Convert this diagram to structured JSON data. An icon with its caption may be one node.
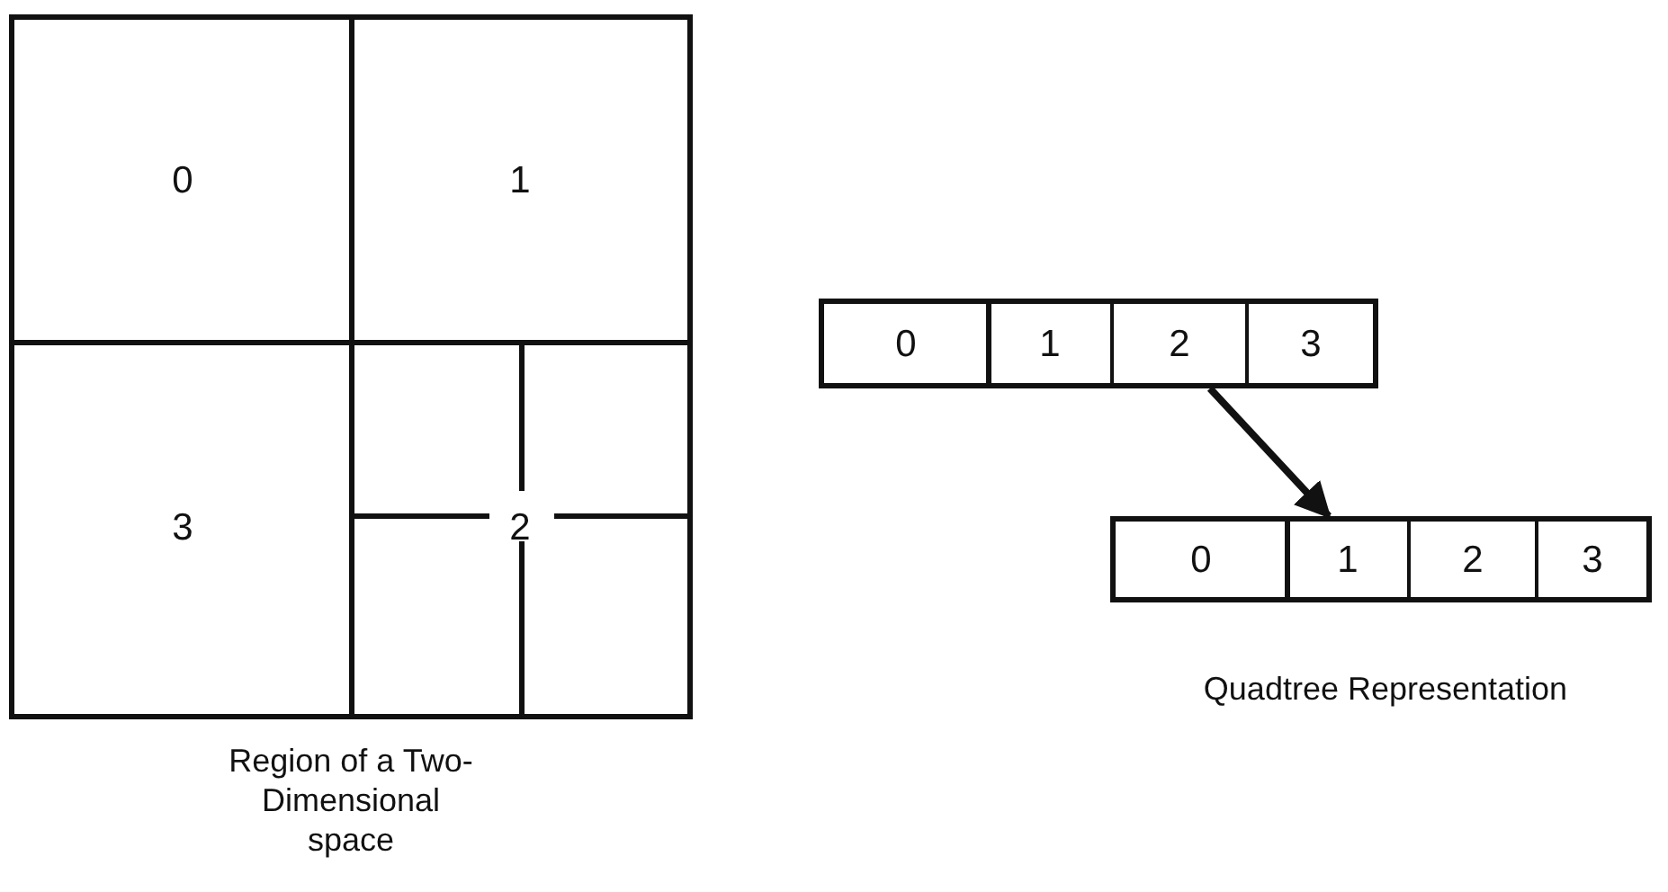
{
  "diagram": {
    "nodes": [
      {
        "text": [],
        "shape": "box"
      },
      {
        "text": [
          "0"
        ],
        "in": 0
      },
      {
        "text": [
          "1"
        ],
        "in": 0
      },
      {
        "text": [
          "3"
        ],
        "in": 0
      },
      {
        "text": [
          "2"
        ],
        "in": 0
      },
      {
        "text": [],
        "shape": "box"
      },
      {
        "text": [
          "0"
        ],
        "in": 5
      },
      {
        "text": [
          "1"
        ],
        "in": 5
      },
      {
        "text": [
          "2"
        ],
        "in": 5
      },
      {
        "text": [
          "3"
        ],
        "in": 5
      },
      {
        "text": [],
        "shape": "box"
      },
      {
        "text": [
          "0"
        ],
        "in": 10
      },
      {
        "text": [
          "1"
        ],
        "in": 10
      },
      {
        "text": [
          "2"
        ],
        "in": 10
      },
      {
        "text": [
          "3"
        ],
        "in": 10
      }
    ],
    "edges": [
      {
        "from": 8,
        "to": 12,
        "arrow": "to"
      }
    ],
    "labels": [
      "Region of a Two-Dimensional space",
      "Quadtree Representation"
    ]
  }
}
